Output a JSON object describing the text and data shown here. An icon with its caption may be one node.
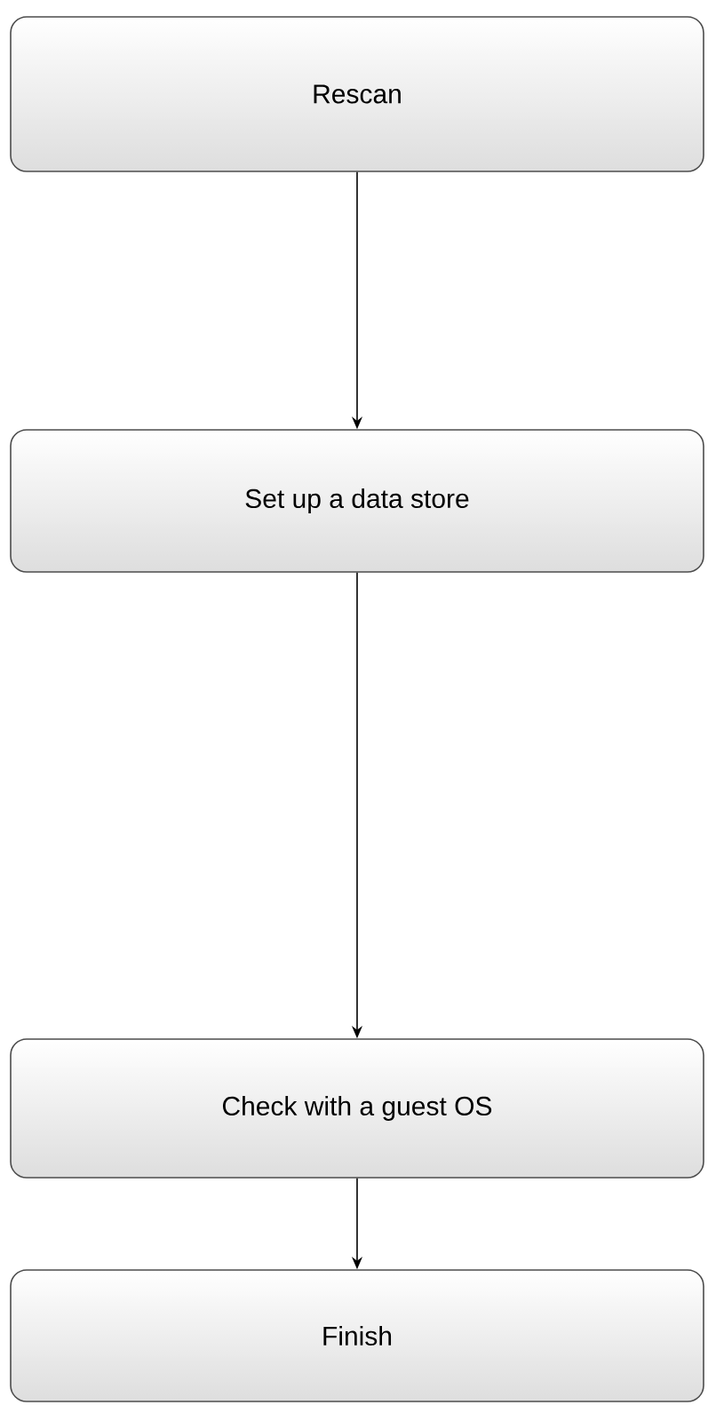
{
  "diagram": {
    "nodes": [
      {
        "text": [
          "Rescan"
        ]
      },
      {
        "text": [
          "Set up a data store"
        ]
      },
      {
        "text": [
          "Check with a guest OS"
        ]
      },
      {
        "text": [
          "Finish"
        ]
      }
    ],
    "edges": [
      {
        "from": 0,
        "to": 1,
        "arrow": "to"
      },
      {
        "from": 1,
        "to": 2,
        "arrow": "to"
      },
      {
        "from": 2,
        "to": 3,
        "arrow": "to"
      }
    ]
  }
}
